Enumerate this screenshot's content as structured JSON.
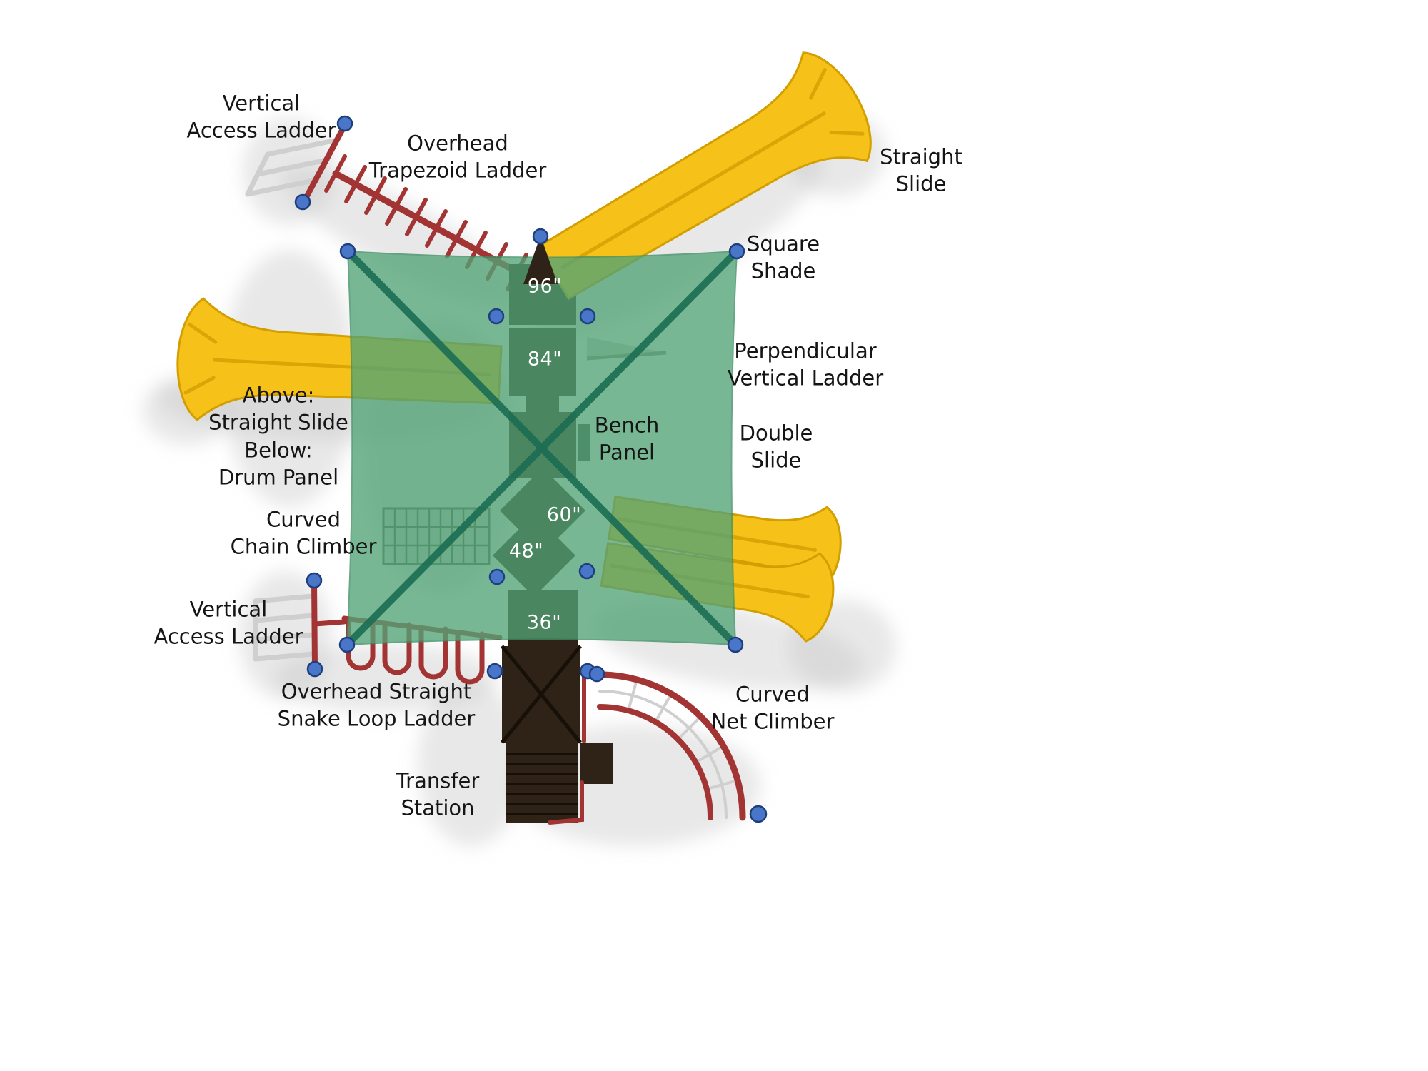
{
  "diagram": {
    "labels": {
      "vertical_access_ladder_top": "Vertical\nAccess Ladder",
      "overhead_trapezoid_ladder": "Overhead\nTrapezoid Ladder",
      "straight_slide": "Straight\nSlide",
      "square_shade": "Square\nShade",
      "perpendicular_vertical_ladder": "Perpendicular\nVertical Ladder",
      "above_below_note": "Above:\nStraight Slide\nBelow:\nDrum Panel",
      "bench_panel": "Bench\nPanel",
      "double_slide": "Double\nSlide",
      "curved_chain_climber": "Curved\nChain Climber",
      "vertical_access_ladder_bottom": "Vertical\nAccess Ladder",
      "overhead_straight_snake_loop_ladder": "Overhead Straight\nSnake Loop Ladder",
      "curved_net_climber": "Curved\nNet Climber",
      "transfer_station": "Transfer\nStation"
    },
    "deck_heights": {
      "d96": "96\"",
      "d84": "84\"",
      "d60": "60\"",
      "d48": "48\"",
      "d36": "36\""
    },
    "colors": {
      "background": "#ffffff",
      "label_text": "#151515",
      "slide_yellow": "#f6c21a",
      "slide_yellow_dark": "#d39e00",
      "shade_green": "#53a377",
      "shade_frame_green": "#1d6e54",
      "ladder_red": "#a23434",
      "deck_brown": "#2e2316",
      "connector_blue": "#4a76c9"
    }
  }
}
